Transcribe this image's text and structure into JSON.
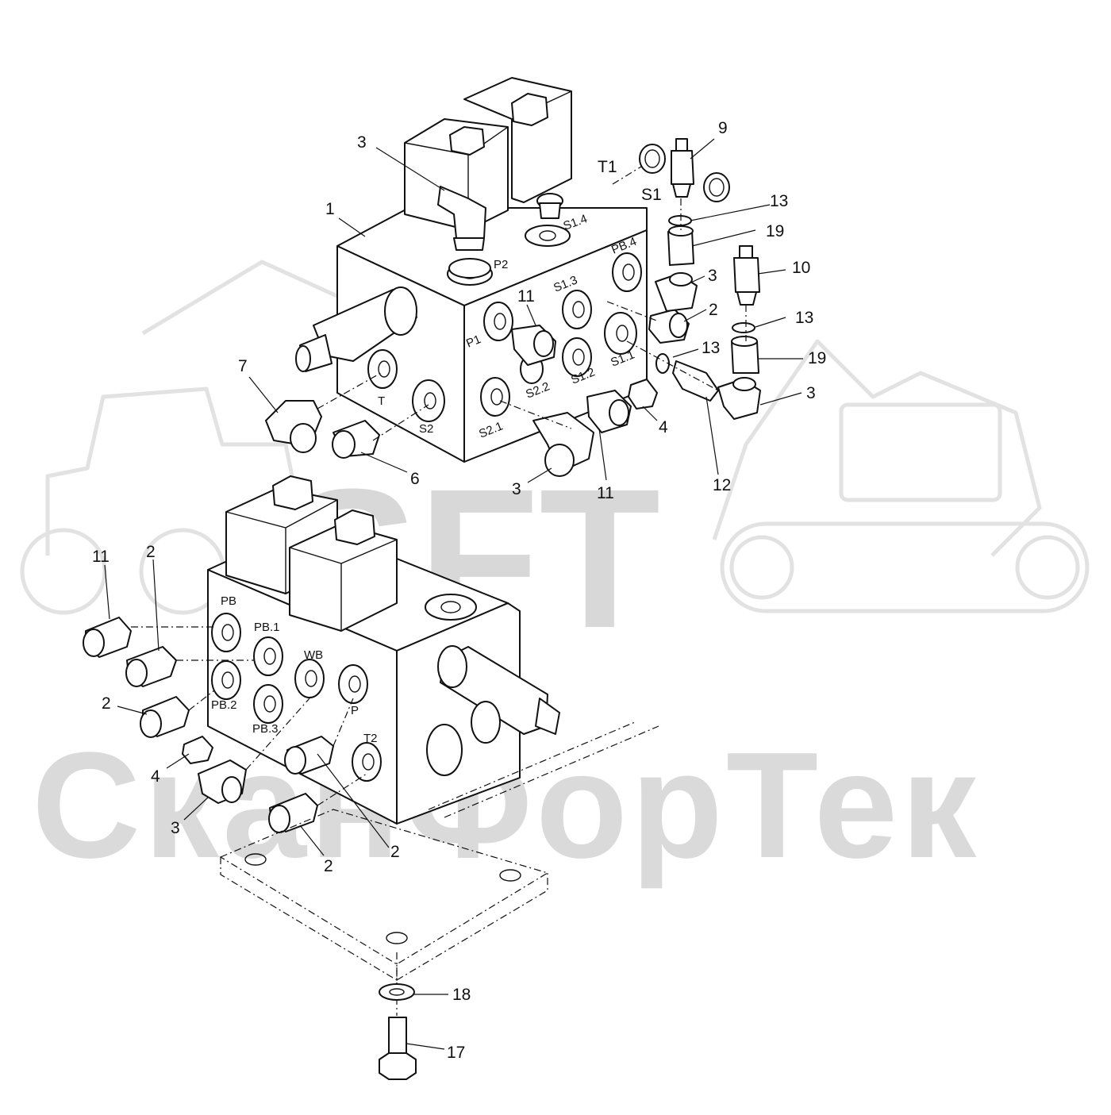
{
  "watermark": {
    "logo": "SFT",
    "brand": "СканФорТек",
    "color": "#d8d8d8"
  },
  "upper_block": {
    "ports": [
      "P2",
      "S1.4",
      "PB.4",
      "S1.3",
      "P1",
      "S1.1",
      "S1.2",
      "S2.2",
      "S2.1",
      "T",
      "S2",
      "T1",
      "S1"
    ]
  },
  "lower_block": {
    "ports": [
      "PB",
      "PB.1",
      "WB",
      "PB.2",
      "PB.3",
      "P",
      "T2"
    ]
  },
  "callouts": [
    {
      "id": "c-3a",
      "label": "3"
    },
    {
      "id": "c-1",
      "label": "1"
    },
    {
      "id": "c-9",
      "label": "9"
    },
    {
      "id": "c-13a",
      "label": "13"
    },
    {
      "id": "c-19a",
      "label": "19"
    },
    {
      "id": "c-10",
      "label": "10"
    },
    {
      "id": "c-3b",
      "label": "3"
    },
    {
      "id": "c-2a",
      "label": "2"
    },
    {
      "id": "c-13b",
      "label": "13"
    },
    {
      "id": "c-13c",
      "label": "13"
    },
    {
      "id": "c-19b",
      "label": "19"
    },
    {
      "id": "c-3c",
      "label": "3"
    },
    {
      "id": "c-11a",
      "label": "11"
    },
    {
      "id": "c-7",
      "label": "7"
    },
    {
      "id": "c-4a",
      "label": "4"
    },
    {
      "id": "c-6",
      "label": "6"
    },
    {
      "id": "c-3d",
      "label": "3"
    },
    {
      "id": "c-11b",
      "label": "11"
    },
    {
      "id": "c-12",
      "label": "12"
    },
    {
      "id": "c-11c",
      "label": "11"
    },
    {
      "id": "c-2b",
      "label": "2"
    },
    {
      "id": "c-2c",
      "label": "2"
    },
    {
      "id": "c-4b",
      "label": "4"
    },
    {
      "id": "c-3e",
      "label": "3"
    },
    {
      "id": "c-2d",
      "label": "2"
    },
    {
      "id": "c-2e",
      "label": "2"
    },
    {
      "id": "c-18",
      "label": "18"
    },
    {
      "id": "c-17",
      "label": "17"
    }
  ]
}
